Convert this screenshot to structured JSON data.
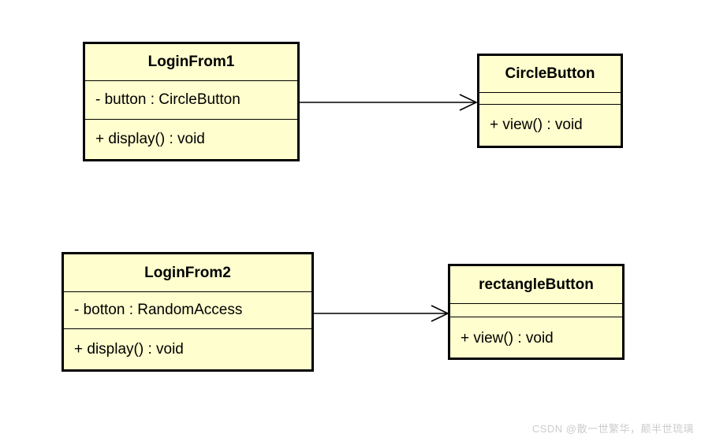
{
  "diagram": {
    "type": "uml-class-diagram",
    "classes": [
      {
        "name": "LoginFrom1",
        "attributes": [
          "- button : CircleButton"
        ],
        "methods": [
          "+ display() : void"
        ]
      },
      {
        "name": "CircleButton",
        "attributes": [],
        "methods": [
          "+ view() : void"
        ]
      },
      {
        "name": "LoginFrom2",
        "attributes": [
          "- botton : RandomAccess"
        ],
        "methods": [
          "+ display() : void"
        ]
      },
      {
        "name": "rectangleButton",
        "attributes": [],
        "methods": [
          "+ view() : void"
        ]
      }
    ],
    "relations": [
      {
        "from": "LoginFrom1",
        "to": "CircleButton",
        "type": "association-arrow"
      },
      {
        "from": "LoginFrom2",
        "to": "rectangleButton",
        "type": "association-arrow"
      }
    ],
    "colors": {
      "class_fill": "#FEFECE",
      "class_border": "#000000",
      "background": "#FFFFFF",
      "watermark_text": "#CCCCCC"
    },
    "watermark": "CSDN @散一世繁华，颠半世琉璃"
  }
}
